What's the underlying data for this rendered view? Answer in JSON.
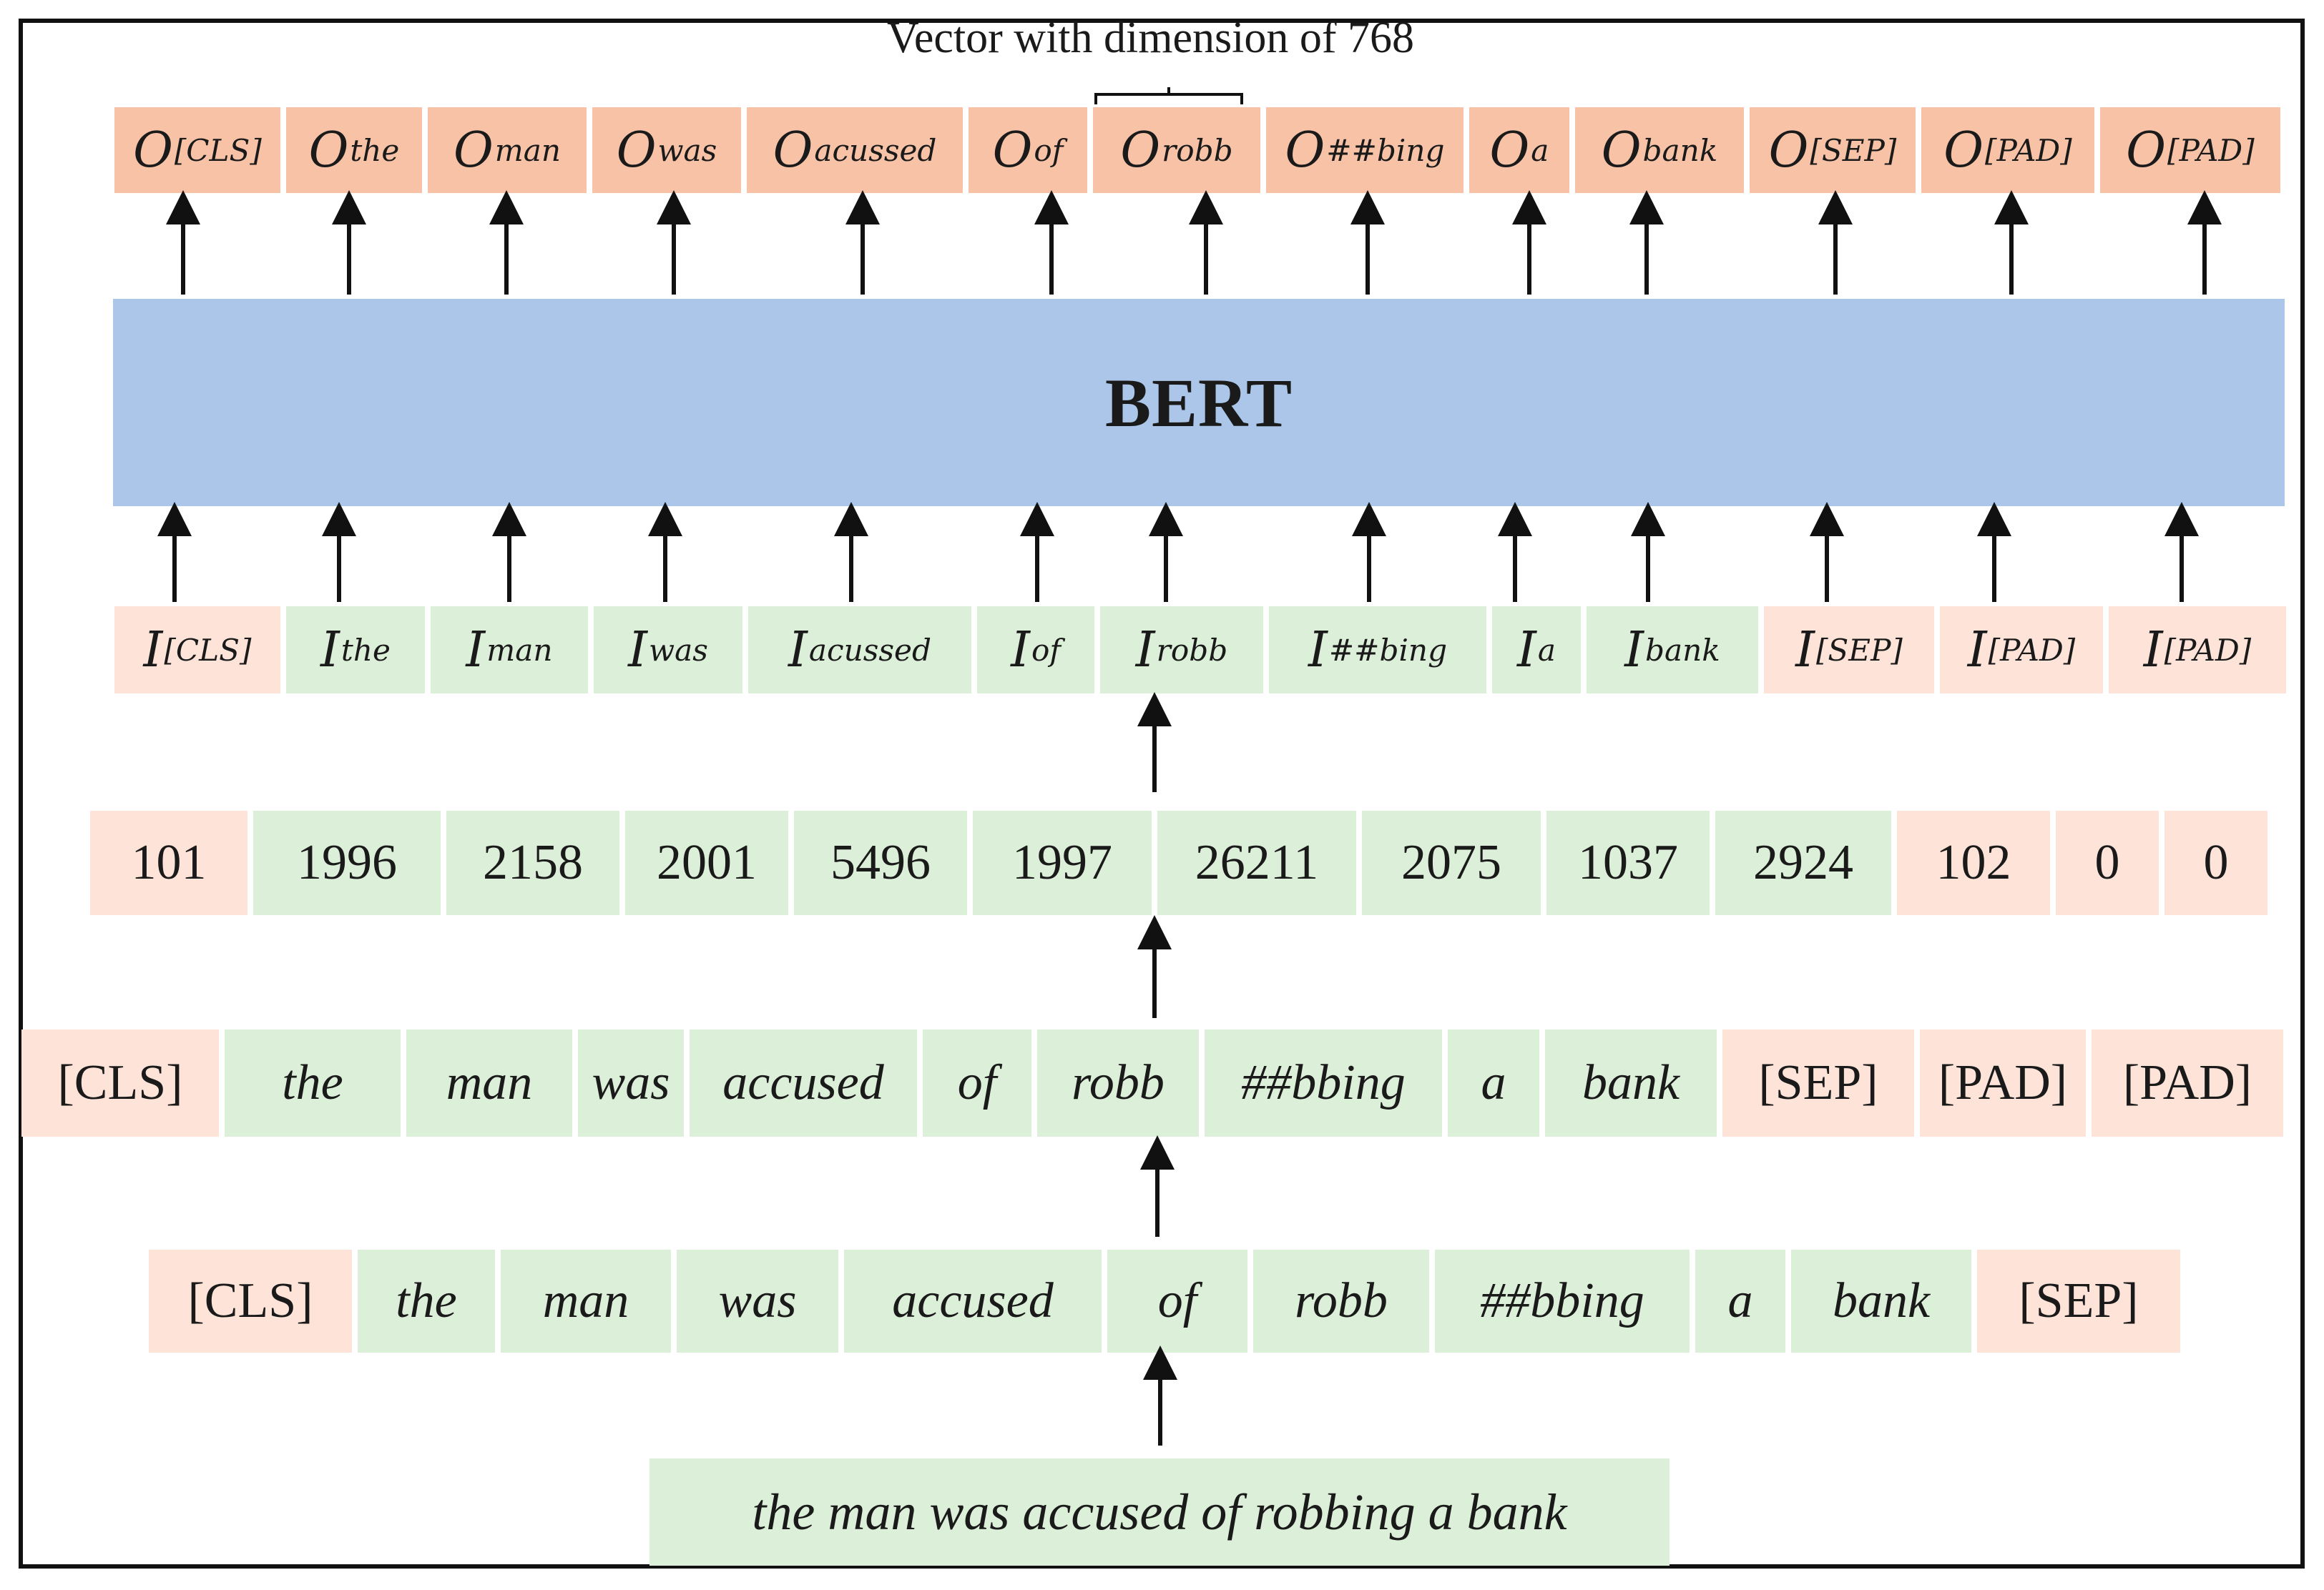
{
  "vector_label": "Vector with dimension of 768",
  "bert_label": "BERT",
  "output_tokens": [
    {
      "base": "O",
      "sub": "[CLS]",
      "kind": "special"
    },
    {
      "base": "O",
      "sub": "the",
      "kind": "word"
    },
    {
      "base": "O",
      "sub": "man",
      "kind": "word"
    },
    {
      "base": "O",
      "sub": "was",
      "kind": "word"
    },
    {
      "base": "O",
      "sub": "acussed",
      "kind": "word"
    },
    {
      "base": "O",
      "sub": "of",
      "kind": "word"
    },
    {
      "base": "O",
      "sub": "robb",
      "kind": "word"
    },
    {
      "base": "O",
      "sub": "##bing",
      "kind": "word"
    },
    {
      "base": "O",
      "sub": "a",
      "kind": "word"
    },
    {
      "base": "O",
      "sub": "bank",
      "kind": "word"
    },
    {
      "base": "O",
      "sub": "[SEP]",
      "kind": "special"
    },
    {
      "base": "O",
      "sub": "[PAD]",
      "kind": "special"
    },
    {
      "base": "O",
      "sub": "[PAD]",
      "kind": "special"
    }
  ],
  "input_embeddings": [
    {
      "base": "I",
      "sub": "[CLS]",
      "kind": "special"
    },
    {
      "base": "I",
      "sub": "the",
      "kind": "word"
    },
    {
      "base": "I",
      "sub": "man",
      "kind": "word"
    },
    {
      "base": "I",
      "sub": "was",
      "kind": "word"
    },
    {
      "base": "I",
      "sub": "acussed",
      "kind": "word"
    },
    {
      "base": "I",
      "sub": "of",
      "kind": "word"
    },
    {
      "base": "I",
      "sub": "robb",
      "kind": "word"
    },
    {
      "base": "I",
      "sub": "##bing",
      "kind": "word"
    },
    {
      "base": "I",
      "sub": "a",
      "kind": "word"
    },
    {
      "base": "I",
      "sub": "bank",
      "kind": "word"
    },
    {
      "base": "I",
      "sub": "[SEP]",
      "kind": "special"
    },
    {
      "base": "I",
      "sub": "[PAD]",
      "kind": "special"
    },
    {
      "base": "I",
      "sub": "[PAD]",
      "kind": "special"
    }
  ],
  "token_ids": [
    {
      "text": "101",
      "kind": "special"
    },
    {
      "text": "1996",
      "kind": "word"
    },
    {
      "text": "2158",
      "kind": "word"
    },
    {
      "text": "2001",
      "kind": "word"
    },
    {
      "text": "5496",
      "kind": "word"
    },
    {
      "text": "1997",
      "kind": "word"
    },
    {
      "text": "26211",
      "kind": "word"
    },
    {
      "text": "2075",
      "kind": "word"
    },
    {
      "text": "1037",
      "kind": "word"
    },
    {
      "text": "2924",
      "kind": "word"
    },
    {
      "text": "102",
      "kind": "special"
    },
    {
      "text": "0",
      "kind": "special"
    },
    {
      "text": "0",
      "kind": "special"
    }
  ],
  "padded_tokens": [
    {
      "text": "[CLS]",
      "kind": "special"
    },
    {
      "text": "the",
      "kind": "word"
    },
    {
      "text": "man",
      "kind": "word"
    },
    {
      "text": "was",
      "kind": "word"
    },
    {
      "text": "accused",
      "kind": "word"
    },
    {
      "text": "of",
      "kind": "word"
    },
    {
      "text": "robb",
      "kind": "word"
    },
    {
      "text": "##bbing",
      "kind": "word"
    },
    {
      "text": "a",
      "kind": "word"
    },
    {
      "text": "bank",
      "kind": "word"
    },
    {
      "text": "[SEP]",
      "kind": "special"
    },
    {
      "text": "[PAD]",
      "kind": "special"
    },
    {
      "text": "[PAD]",
      "kind": "special"
    }
  ],
  "tokens": [
    {
      "text": "[CLS]",
      "kind": "special"
    },
    {
      "text": "the",
      "kind": "word"
    },
    {
      "text": "man",
      "kind": "word"
    },
    {
      "text": "was",
      "kind": "word"
    },
    {
      "text": "accused",
      "kind": "word"
    },
    {
      "text": "of",
      "kind": "word"
    },
    {
      "text": "robb",
      "kind": "word"
    },
    {
      "text": "##bbing",
      "kind": "word"
    },
    {
      "text": "a",
      "kind": "word"
    },
    {
      "text": "bank",
      "kind": "word"
    },
    {
      "text": "[SEP]",
      "kind": "special"
    }
  ],
  "sentence": "the man was accused of robbing a bank"
}
